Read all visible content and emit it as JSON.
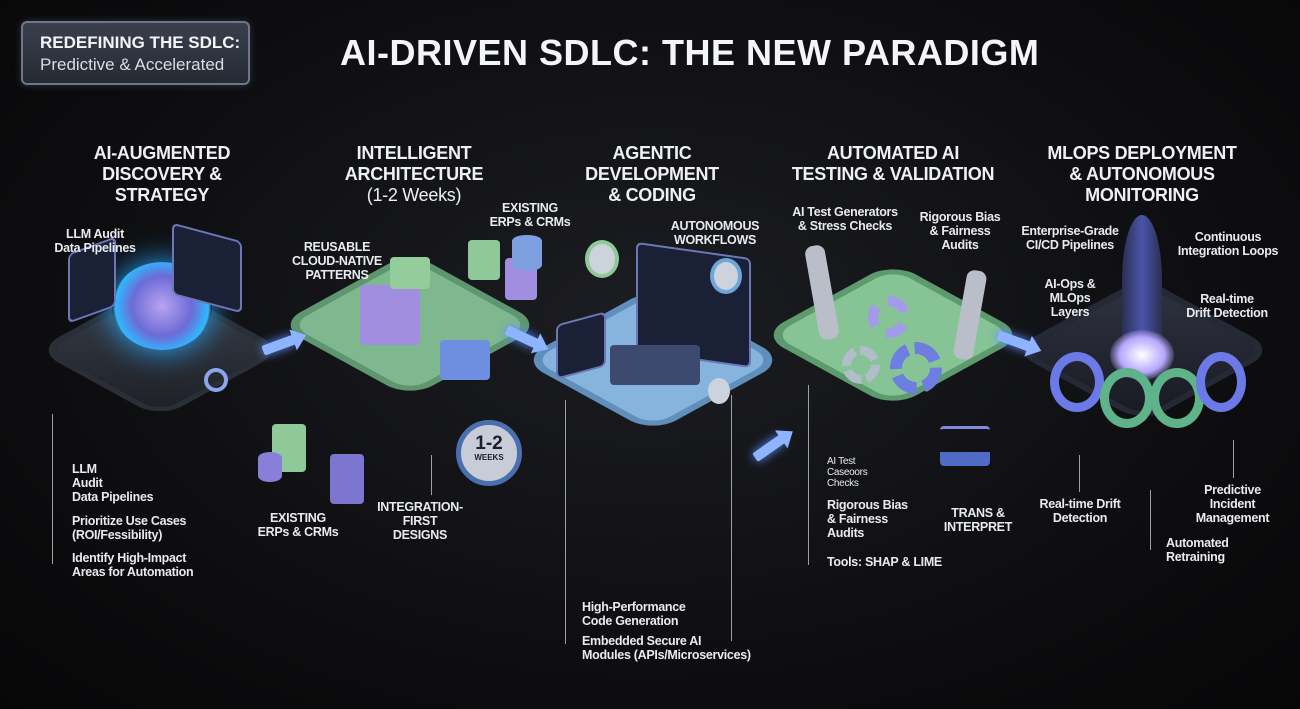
{
  "badge": {
    "line1": "REDEFINING THE SDLC:",
    "line2": "Predictive & Accelerated"
  },
  "title": "AI-DRIVEN SDLC: THE NEW PARADIGM",
  "phases": [
    {
      "title": [
        "AI-AUGMENTED",
        "DISCOVERY &",
        "STRATEGY"
      ],
      "labels": {
        "top": "LLM Audit\nData Pipelines"
      },
      "bullets": [
        "LLM\nAudit\nData Pipelines",
        "Prioritize Use Cases\n(ROI/Fessibility)",
        "Identify High-Impact\nAreas for Automation"
      ]
    },
    {
      "title": [
        "INTELLIGENT",
        "ARCHITECTURE"
      ],
      "subtitle": "(1-2 Weeks)",
      "labels": {
        "patterns": "REUSABLE\nCLOUD-NATIVE\nPATTERNS",
        "erp_top": "EXISTING\nERPs & CRMs",
        "erp_bottom": "EXISTING\nERPs & CRMs",
        "integration": "INTEGRATION-\nFIRST\nDESIGNS"
      },
      "timer": {
        "value": "1-2",
        "unit": "WEEKS"
      }
    },
    {
      "title": [
        "AGENTIC",
        "DEVELOPMENT",
        "& CODING"
      ],
      "labels": {
        "workflows": "AUTONOMOUS\nWORKFLOWS"
      },
      "bullets": [
        "High-Performance\nCode Generation",
        "Embedded Secure AI\nModules (APIs/Microservices)"
      ]
    },
    {
      "title": [
        "AUTOMATED AI",
        "TESTING & VALIDATION"
      ],
      "labels": {
        "generators": "AI Test Generators\n& Stress Checks",
        "bias_top": "Rigorous Bias\n& Fairness\nAudits",
        "interpret": "TRANS &\nINTERPRET"
      },
      "bullets": [
        "AI Test\nCaseoors\nChecks",
        "Rigorous Bias\n& Fairness\nAudits",
        "Tools: SHAP & LIME"
      ]
    },
    {
      "title": [
        "MLOPS DEPLOYMENT",
        "& AUTONOMOUS",
        "MONITORING"
      ],
      "labels": {
        "cicd": "Enterprise-Grade\nCI/CD Pipelines",
        "aiops": "AI-Ops &\nMLOps\nLayers",
        "ci_loops": "Continuous\nIntegration Loops",
        "drift_top": "Real-time\nDrift Detection",
        "drift_bottom": "Real-time Drift\nDetection",
        "incident": "Predictive\nIncident\nManagement",
        "retraining": "Automated\nRetraining"
      }
    }
  ],
  "colors": {
    "background": "#0c0c0e",
    "accent_blue": "#8fb4ff",
    "green": "#8fc99a",
    "purple": "#a08de0",
    "platform_blue": "#7eb0d8"
  }
}
